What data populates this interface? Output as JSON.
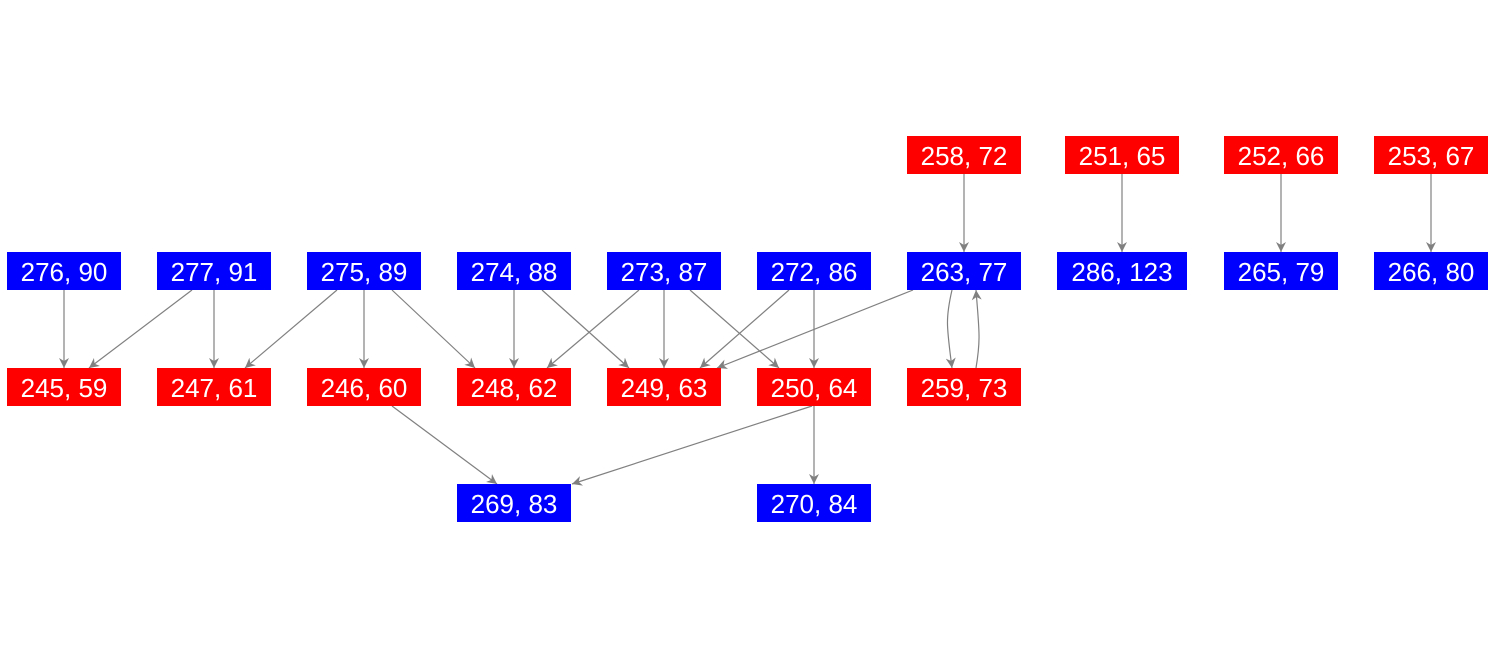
{
  "colors": {
    "red": "#ff0000",
    "blue": "#0000ff",
    "edge": "#808080"
  },
  "nodes": [
    {
      "id": "n258",
      "label": "258, 72",
      "color": "red"
    },
    {
      "id": "n251",
      "label": "251, 65",
      "color": "red"
    },
    {
      "id": "n252",
      "label": "252, 66",
      "color": "red"
    },
    {
      "id": "n253",
      "label": "253, 67",
      "color": "red"
    },
    {
      "id": "n276",
      "label": "276, 90",
      "color": "blue"
    },
    {
      "id": "n277",
      "label": "277, 91",
      "color": "blue"
    },
    {
      "id": "n275",
      "label": "275, 89",
      "color": "blue"
    },
    {
      "id": "n274",
      "label": "274, 88",
      "color": "blue"
    },
    {
      "id": "n273",
      "label": "273, 87",
      "color": "blue"
    },
    {
      "id": "n272",
      "label": "272, 86",
      "color": "blue"
    },
    {
      "id": "n263",
      "label": "263, 77",
      "color": "blue"
    },
    {
      "id": "n286",
      "label": "286, 123",
      "color": "blue"
    },
    {
      "id": "n265",
      "label": "265, 79",
      "color": "blue"
    },
    {
      "id": "n266",
      "label": "266, 80",
      "color": "blue"
    },
    {
      "id": "n245",
      "label": "245, 59",
      "color": "red"
    },
    {
      "id": "n247",
      "label": "247, 61",
      "color": "red"
    },
    {
      "id": "n246",
      "label": "246, 60",
      "color": "red"
    },
    {
      "id": "n248",
      "label": "248, 62",
      "color": "red"
    },
    {
      "id": "n249",
      "label": "249, 63",
      "color": "red"
    },
    {
      "id": "n250",
      "label": "250, 64",
      "color": "red"
    },
    {
      "id": "n259",
      "label": "259, 73",
      "color": "red"
    },
    {
      "id": "n269",
      "label": "269, 83",
      "color": "blue"
    },
    {
      "id": "n270",
      "label": "270, 84",
      "color": "blue"
    }
  ],
  "edges": [
    [
      "n258",
      "n263"
    ],
    [
      "n251",
      "n286"
    ],
    [
      "n252",
      "n265"
    ],
    [
      "n253",
      "n266"
    ],
    [
      "n276",
      "n245"
    ],
    [
      "n277",
      "n245"
    ],
    [
      "n277",
      "n247"
    ],
    [
      "n275",
      "n247"
    ],
    [
      "n275",
      "n246"
    ],
    [
      "n275",
      "n248"
    ],
    [
      "n274",
      "n248"
    ],
    [
      "n274",
      "n249"
    ],
    [
      "n273",
      "n248"
    ],
    [
      "n273",
      "n249"
    ],
    [
      "n273",
      "n250"
    ],
    [
      "n272",
      "n249"
    ],
    [
      "n272",
      "n250"
    ],
    [
      "n263",
      "n249"
    ],
    [
      "n263",
      "n259"
    ],
    [
      "n259",
      "n263"
    ],
    [
      "n246",
      "n269"
    ],
    [
      "n250",
      "n269"
    ],
    [
      "n250",
      "n270"
    ]
  ]
}
